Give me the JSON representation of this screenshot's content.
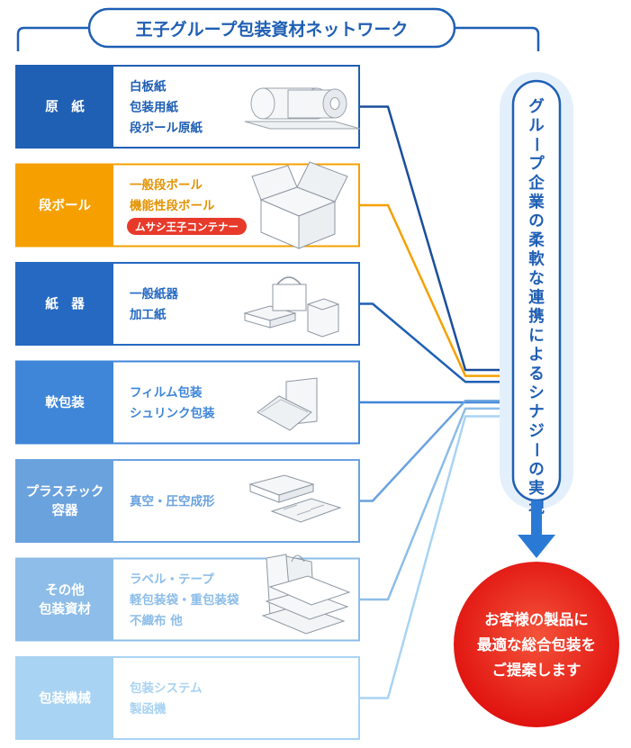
{
  "header": {
    "title": "王子グループ包装資材ネットワーク"
  },
  "categories": [
    {
      "label_lines": [
        "原　紙"
      ],
      "items": [
        "白板紙",
        "包装用紙",
        "段ボール原紙"
      ],
      "color": "#1f5fb4",
      "item_color": "#1f5fb4",
      "line_color": "#1a4e9c",
      "illustration": "paper-roll-icon"
    },
    {
      "label_lines": [
        "段ボール"
      ],
      "items": [
        "一般段ボール",
        "機能性段ボール"
      ],
      "badge": "ムサシ王子コンテナー",
      "color": "#f5a000",
      "item_color": "#e39200",
      "line_color": "#f5a000",
      "badge_color": "#e83a2a",
      "illustration": "cardboard-box-icon"
    },
    {
      "label_lines": [
        "紙　器"
      ],
      "items": [
        "一般紙器",
        "加工紙"
      ],
      "color": "#2569c2",
      "item_color": "#2569c2",
      "line_color": "#1f5fb4",
      "illustration": "paper-container-icon"
    },
    {
      "label_lines": [
        "軟包装"
      ],
      "items": [
        "フィルム包装",
        "シュリンク包装"
      ],
      "color": "#3f86d8",
      "item_color": "#3f86d8",
      "line_color": "#3f86d8",
      "illustration": "film-pouch-icon"
    },
    {
      "label_lines": [
        "プラスチック",
        "容器"
      ],
      "items": [
        "真空・圧空成形"
      ],
      "color": "#6aa2de",
      "item_color": "#6aa2de",
      "line_color": "#6aa2de",
      "illustration": "plastic-tray-icon"
    },
    {
      "label_lines": [
        "その他",
        "包装資材"
      ],
      "items": [
        "ラベル・テープ",
        "軽包装袋・重包装袋",
        "不織布 他"
      ],
      "color": "#8dbde8",
      "item_color": "#8dbde8",
      "line_color": "#8dbde8",
      "illustration": "bags-icon"
    },
    {
      "label_lines": [
        "包装機械"
      ],
      "items": [
        "包装システム",
        "製函機"
      ],
      "color": "#a9d3f3",
      "item_color": "#a9d3f3",
      "line_color": "#a9d3f3",
      "illustration": "none"
    }
  ],
  "synergy": {
    "text": "グループ企業の柔軟な連携によるシナジーの実現"
  },
  "result": {
    "lines": [
      "お客様の製品に",
      "最適な総合包装を",
      "ご提案します"
    ]
  },
  "colors": {
    "accent": "#1f5fb4",
    "header_border": "#1f5fb4",
    "result_red": "#e8271c",
    "arrow_blue": "#2a7ad5"
  }
}
